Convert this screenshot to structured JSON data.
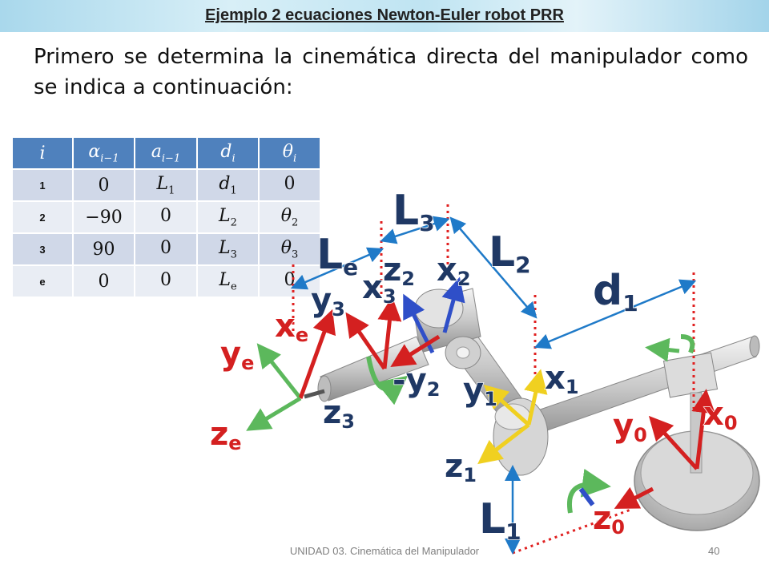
{
  "slide": {
    "title": "Ejemplo 2 ecuaciones Newton-Euler robot PRR",
    "intro": "Primero se determina la cinemática directa del manipulador como se indica a continuación:",
    "footer": "UNIDAD 03. Cinemática del Manipulador",
    "page_number": "40"
  },
  "dh_table": {
    "headers": [
      {
        "base": "i",
        "sub": ""
      },
      {
        "base": "α",
        "sub": "i−1"
      },
      {
        "base": "a",
        "sub": "i−1"
      },
      {
        "base": "d",
        "sub": "i"
      },
      {
        "base": "θ",
        "sub": "i"
      }
    ],
    "rows": [
      {
        "i": "1",
        "alpha": "0",
        "a_base": "L",
        "a_sub": "1",
        "d_base": "d",
        "d_sub": "1",
        "theta_base": "0",
        "theta_sub": ""
      },
      {
        "i": "2",
        "alpha": "−90",
        "a_base": "0",
        "a_sub": "",
        "d_base": "L",
        "d_sub": "2",
        "theta_base": "θ",
        "theta_sub": "2"
      },
      {
        "i": "3",
        "alpha": "90",
        "a_base": "0",
        "a_sub": "",
        "d_base": "L",
        "d_sub": "3",
        "theta_base": "θ",
        "theta_sub": "3"
      },
      {
        "i": "e",
        "alpha": "0",
        "a_base": "0",
        "a_sub": "",
        "d_base": "L",
        "d_sub": "e",
        "theta_base": "0",
        "theta_sub": ""
      }
    ]
  },
  "diagram_labels": {
    "L3": {
      "base": "L",
      "sub": "3"
    },
    "Le": {
      "base": "L",
      "sub": "e"
    },
    "L2": {
      "base": "L",
      "sub": "2"
    },
    "d1": {
      "base": "d",
      "sub": "1"
    },
    "L1": {
      "base": "L",
      "sub": "1"
    },
    "z2": {
      "base": "z",
      "sub": "2"
    },
    "x2": {
      "base": "x",
      "sub": "2"
    },
    "x3": {
      "base": "x",
      "sub": "3"
    },
    "y3": {
      "base": "y",
      "sub": "3"
    },
    "xe": {
      "base": "x",
      "sub": "e"
    },
    "ye": {
      "base": "y",
      "sub": "e"
    },
    "ze": {
      "base": "z",
      "sub": "e"
    },
    "z3": {
      "base": "z",
      "sub": "3"
    },
    "neg_y2": {
      "base": "-y",
      "sub": "2"
    },
    "x1": {
      "base": "x",
      "sub": "1"
    },
    "y1": {
      "base": "y",
      "sub": "1"
    },
    "z1": {
      "base": "z",
      "sub": "1"
    },
    "y0": {
      "base": "y",
      "sub": "0"
    },
    "x0": {
      "base": "x",
      "sub": "0"
    },
    "z0": {
      "base": "z",
      "sub": "0"
    }
  },
  "colors": {
    "header_blue": "#4f81bd",
    "length_label": "#1f3864",
    "x_axis": "#d42020",
    "y_axis": "#f0d020",
    "z_axis": "#2f4fc8",
    "green_axis": "#5cb85c",
    "dimension_line": "#1f7ac8",
    "dotted_line": "#e02020"
  }
}
